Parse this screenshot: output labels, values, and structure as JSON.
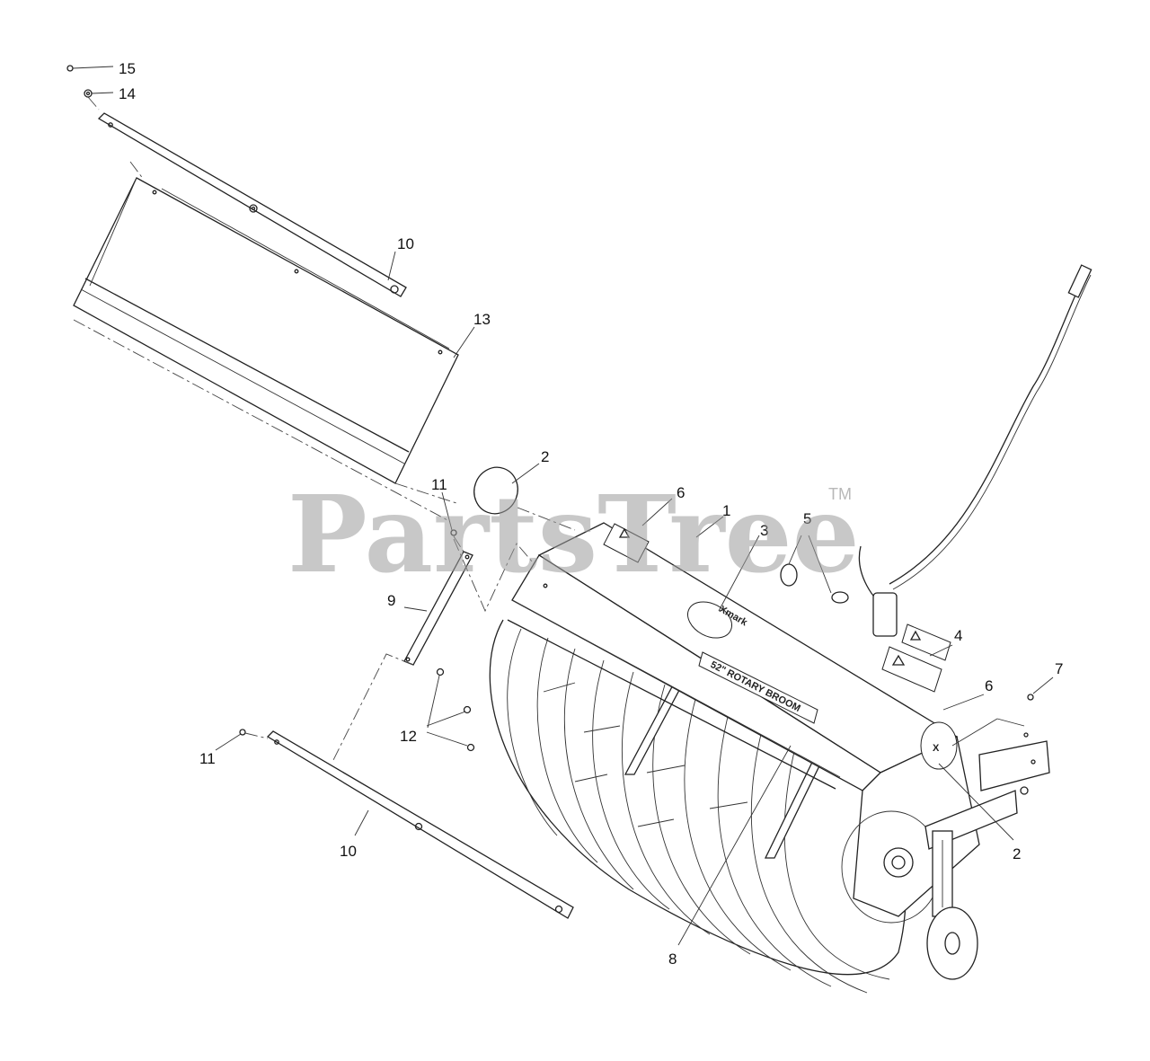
{
  "watermark": {
    "text": "PartsTree",
    "trademark": "TM"
  },
  "callouts": [
    {
      "id": "c15",
      "label": "15"
    },
    {
      "id": "c14",
      "label": "14"
    },
    {
      "id": "c10a",
      "label": "10"
    },
    {
      "id": "c13",
      "label": "13"
    },
    {
      "id": "c2a",
      "label": "2"
    },
    {
      "id": "c11a",
      "label": "11"
    },
    {
      "id": "c6a",
      "label": "6"
    },
    {
      "id": "c1",
      "label": "1"
    },
    {
      "id": "c3",
      "label": "3"
    },
    {
      "id": "c5",
      "label": "5"
    },
    {
      "id": "c9",
      "label": "9"
    },
    {
      "id": "c4",
      "label": "4"
    },
    {
      "id": "c6b",
      "label": "6"
    },
    {
      "id": "c7",
      "label": "7"
    },
    {
      "id": "c12",
      "label": "12"
    },
    {
      "id": "c11b",
      "label": "11"
    },
    {
      "id": "c10b",
      "label": "10"
    },
    {
      "id": "c2b",
      "label": "2"
    },
    {
      "id": "c8",
      "label": "8"
    }
  ],
  "decals": {
    "brand_logo": "Xmark",
    "side_logo": "X",
    "model_strip": "52\" ROTARY BROOM"
  },
  "icons": [
    "warning-decal-icon",
    "hardware-bolt-icon",
    "washer-icon",
    "caster-wheel-icon"
  ]
}
